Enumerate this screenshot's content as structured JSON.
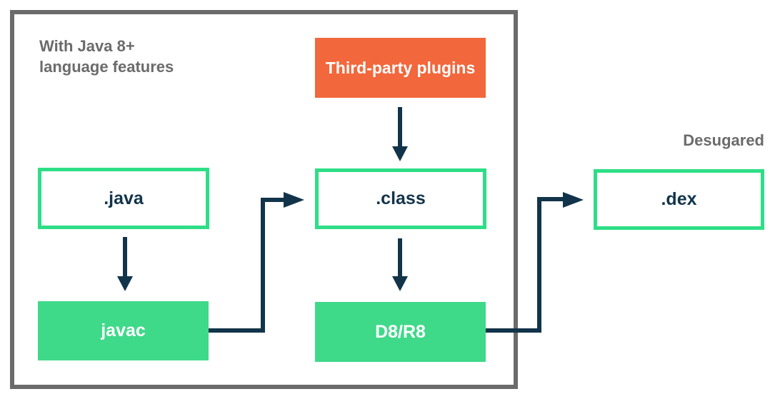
{
  "colors": {
    "outer_gray": "#6b6b6b",
    "text_gray": "#6b6b6b",
    "green_border": "#2ede87",
    "green_fill": "#3fd98a",
    "orange": "#f2673c",
    "navy": "#12344a",
    "white_text": "#ffffff"
  },
  "diagram": {
    "caption": {
      "line1": "With Java 8+",
      "line2": "language features"
    },
    "desugared_label": "Desugared",
    "nodes": {
      "third_party": {
        "label": "Third-party plugins",
        "style": "orange-filled"
      },
      "java": {
        "label": ".java",
        "style": "green-outline"
      },
      "class": {
        "label": ".class",
        "style": "green-outline"
      },
      "dex": {
        "label": ".dex",
        "style": "green-outline"
      },
      "javac": {
        "label": "javac",
        "style": "green-filled"
      },
      "d8r8": {
        "label": "D8/R8",
        "style": "green-filled"
      }
    },
    "flows": [
      {
        "from": "third_party",
        "to": "class"
      },
      {
        "from": "java",
        "to": "javac"
      },
      {
        "from": "javac",
        "to": "class"
      },
      {
        "from": "class",
        "to": "d8r8"
      },
      {
        "from": "d8r8",
        "to": "dex"
      }
    ]
  }
}
